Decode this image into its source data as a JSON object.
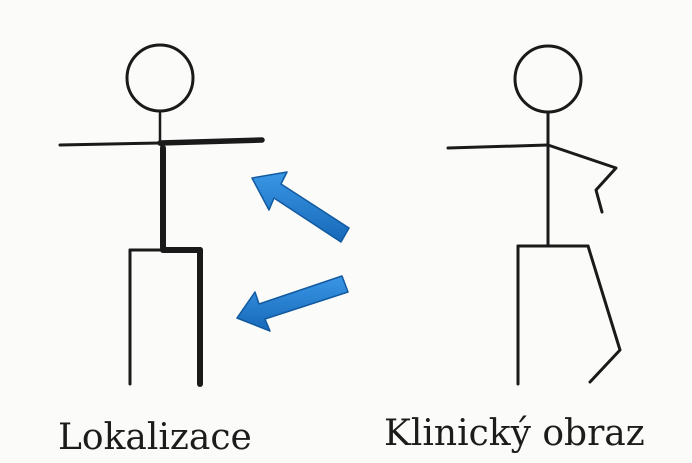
{
  "figures": {
    "left": {
      "caption": "Lokalizace"
    },
    "right": {
      "caption": "Klinický obraz"
    }
  },
  "colors": {
    "line": "#1a1a1a",
    "arrow": "#1f7fd4",
    "arrow_edge": "#125aa0",
    "background": "#fbfbf9"
  },
  "arrows": {
    "count": 2,
    "direction": "right-to-left"
  }
}
